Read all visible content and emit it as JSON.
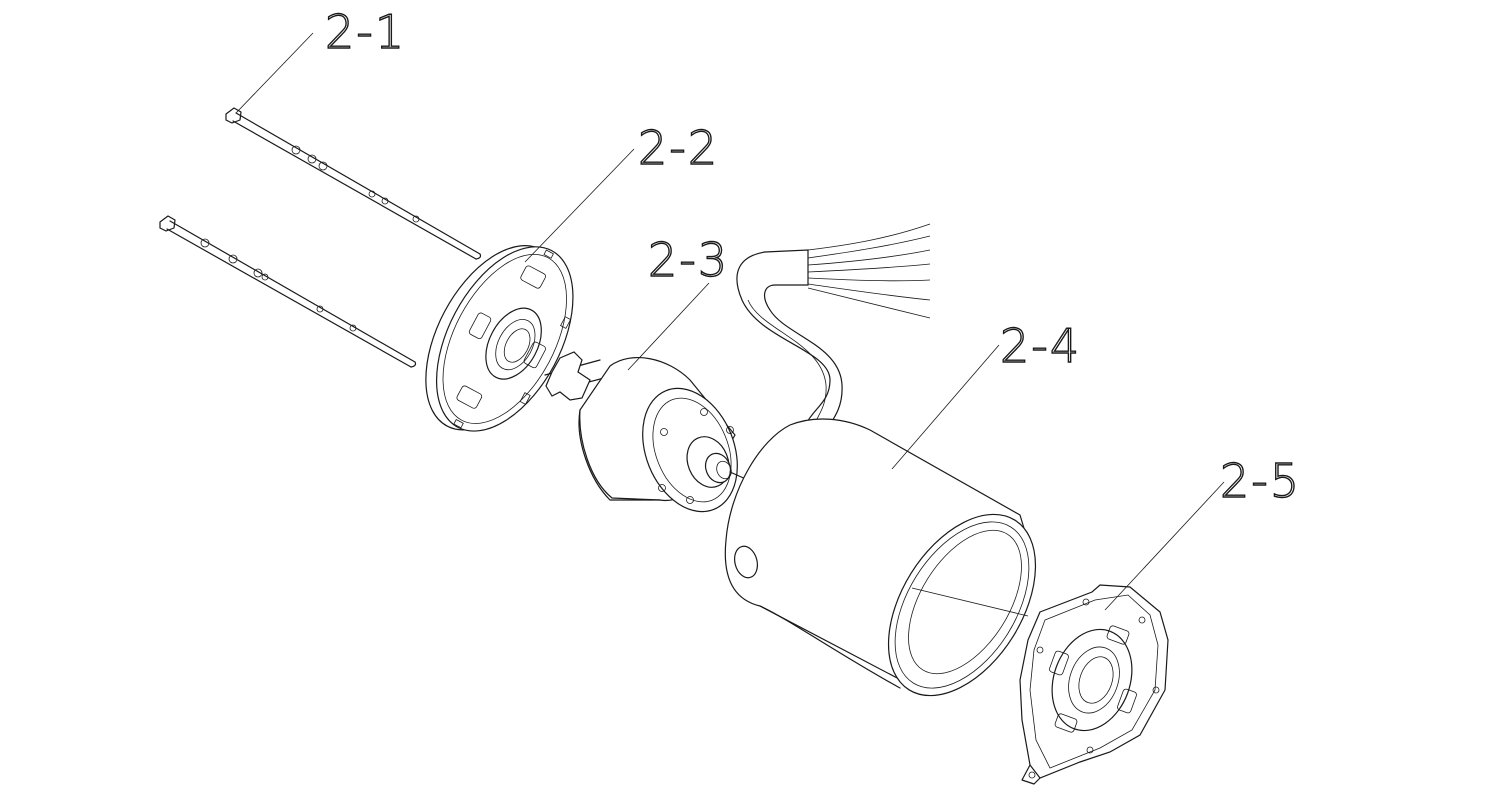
{
  "diagram": {
    "parts": [
      {
        "id": "2-1",
        "label": "2-1"
      },
      {
        "id": "2-2",
        "label": "2-2"
      },
      {
        "id": "2-3",
        "label": "2-3"
      },
      {
        "id": "2-4",
        "label": "2-4"
      },
      {
        "id": "2-5",
        "label": "2-5"
      }
    ]
  }
}
